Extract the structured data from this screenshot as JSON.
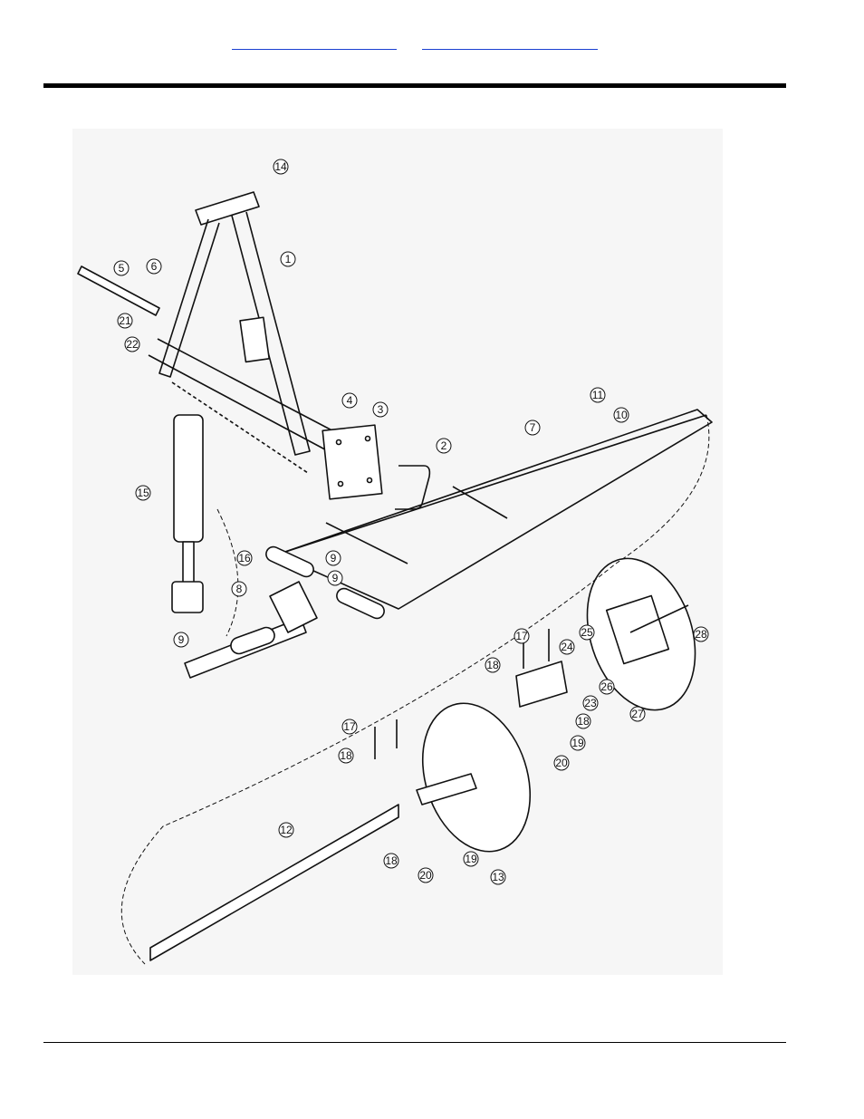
{
  "header": {
    "links": [
      "",
      ""
    ]
  },
  "figure": {
    "callouts": [
      "14",
      "1",
      "5",
      "6",
      "21",
      "22",
      "4",
      "3",
      "11",
      "10",
      "2",
      "7",
      "15",
      "16",
      "9",
      "9",
      "8",
      "9",
      "17",
      "18",
      "24",
      "25",
      "28",
      "26",
      "23",
      "18",
      "19",
      "20",
      "27",
      "17",
      "18",
      "12",
      "18",
      "19",
      "20",
      "13"
    ]
  }
}
